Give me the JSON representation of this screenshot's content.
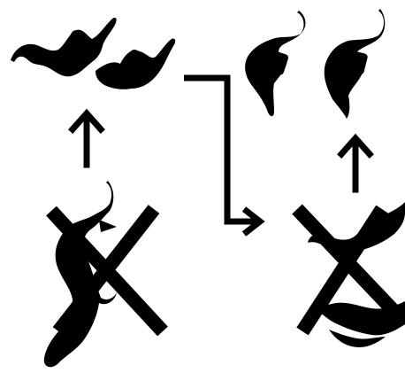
{
  "colors": {
    "background": "#ffffff",
    "ink": "#000000"
  },
  "panels": {
    "top_left": {
      "content": "flat-lying-silhouettes-icon"
    },
    "bottom_left": {
      "content": "upright-silhouette-icon",
      "mark": "cross-out-icon"
    },
    "top_right": {
      "content": "stacked-silhouettes-icon"
    },
    "bottom_right": {
      "content": "sprawled-silhouettes-icon",
      "mark": "cross-out-icon"
    }
  },
  "connectors": [
    {
      "name": "arrow-up-left",
      "direction": "up"
    },
    {
      "name": "elbow-arrow",
      "direction": "right"
    },
    {
      "name": "arrow-up-right",
      "direction": "up"
    }
  ]
}
